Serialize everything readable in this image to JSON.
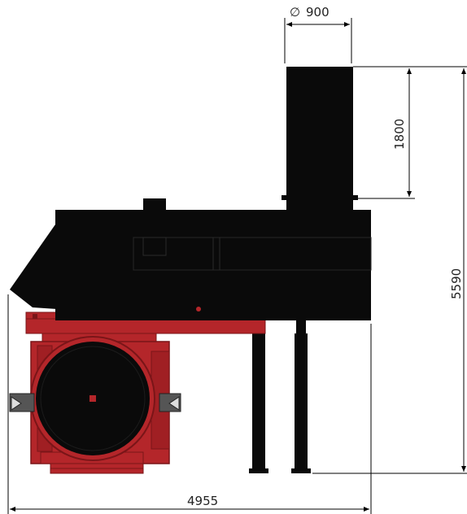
{
  "drawing": {
    "colors": {
      "body": "#0a0a0a",
      "frame": "#b4262a",
      "frame_dark": "#7a1518",
      "dimension": "#000000"
    },
    "dimensions": {
      "chimney_diameter_symbol": "∅",
      "chimney_diameter": "900",
      "chimney_height": "1800",
      "total_height": "5590",
      "total_length": "4955"
    }
  }
}
